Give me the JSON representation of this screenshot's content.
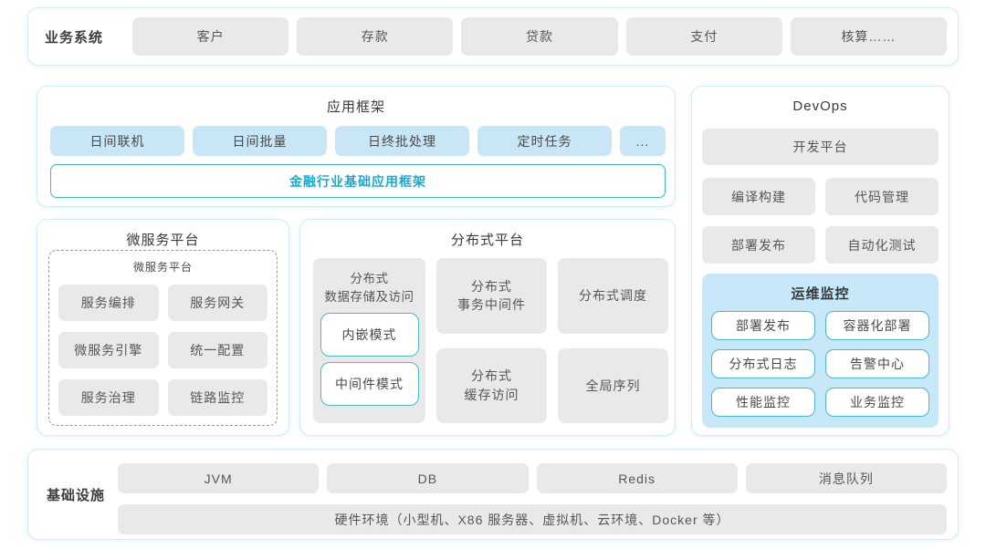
{
  "business_systems": {
    "label": "业务系统",
    "items": [
      "客户",
      "存款",
      "贷款",
      "支付",
      "核算……"
    ]
  },
  "app_framework": {
    "title": "应用框架",
    "modules": [
      "日间联机",
      "日间批量",
      "日终批处理",
      "定时任务",
      "..."
    ],
    "banner": "金融行业基础应用框架"
  },
  "devops": {
    "title": "DevOps",
    "dev_platform": "开发平台",
    "tools": [
      "编译构建",
      "代码管理",
      "部署发布",
      "自动化测试"
    ],
    "monitoring": {
      "title": "运维监控",
      "items": [
        "部署发布",
        "容器化部署",
        "分布式日志",
        "告警中心",
        "性能监控",
        "业务监控"
      ]
    }
  },
  "microservice_platform": {
    "title": "微服务平台",
    "inner_title": "微服务平台",
    "items": [
      "服务编排",
      "服务网关",
      "微服务引擎",
      "统一配置",
      "服务治理",
      "链路监控"
    ]
  },
  "distributed_platform": {
    "title": "分布式平台",
    "storage": {
      "label": "分布式\n数据存储及访问",
      "modes": [
        "内嵌模式",
        "中间件模式"
      ]
    },
    "cells": [
      "分布式\n事务中间件",
      "分布式调度",
      "分布式\n缓存访问",
      "全局序列"
    ]
  },
  "infrastructure": {
    "label": "基础设施",
    "items": [
      "JVM",
      "DB",
      "Redis",
      "消息队列"
    ],
    "hardware": "硬件环境（小型机、X86 服务器、虚拟机、云环境、Docker 等）"
  },
  "colors": {
    "container_border": "#d2ecf5",
    "box_gray": "#e9e9e9",
    "box_blue": "#c8e6f5",
    "monitor_bg": "#c6e8f8",
    "teal_border": "#48b8cf",
    "teal_text": "#1ea9cb",
    "title_text": "#3a3a3a",
    "box_text": "#565656"
  }
}
